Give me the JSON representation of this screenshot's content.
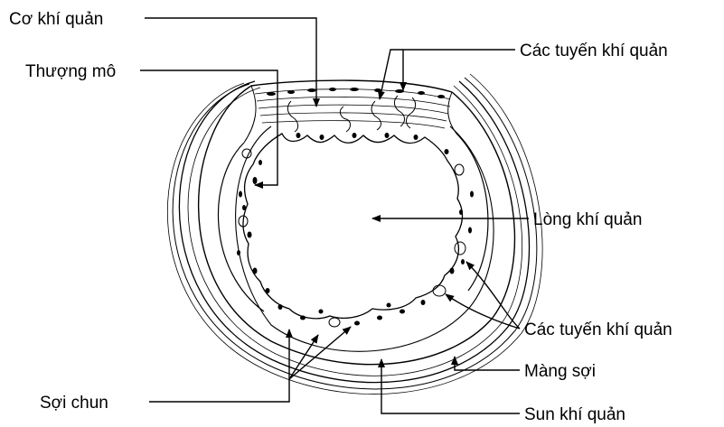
{
  "labels": {
    "co_khi_quan": "Cơ khí quản",
    "thuong_mo": "Thượng mô",
    "cac_tuyen_khi_quan_top": "Các tuyến khí quản",
    "long_khi_quan": "Lòng khí quản",
    "cac_tuyen_khi_quan_right": "Các tuyến khí quản",
    "mang_soi": "Màng sợi",
    "soi_chun": "Sợi chun",
    "sun_khi_quan": "Sun khí quản"
  },
  "colors": {
    "ink": "#000000",
    "background": "#ffffff"
  }
}
